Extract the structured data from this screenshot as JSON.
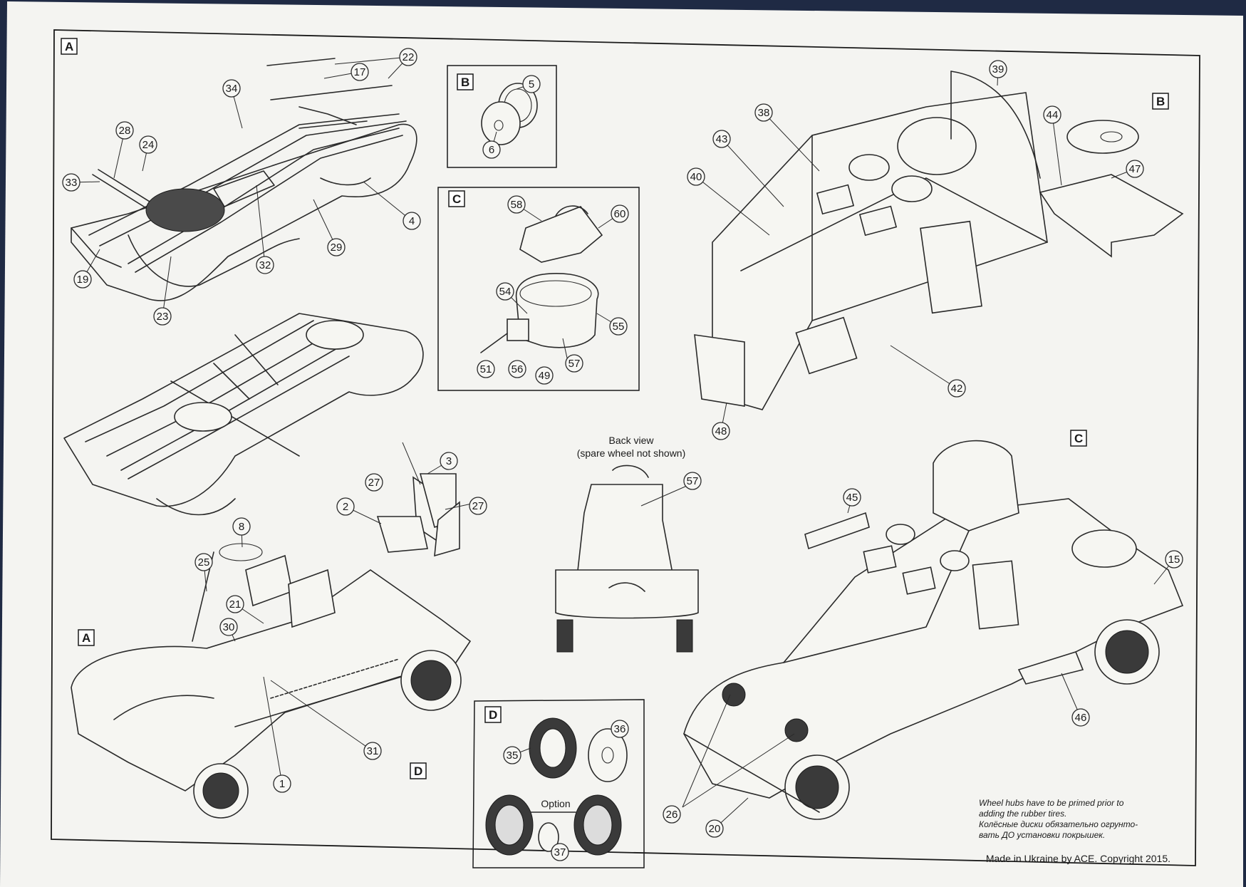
{
  "sections": {
    "A": "A",
    "B": "B",
    "C": "C",
    "D": "D"
  },
  "back_view": {
    "title": "Back view",
    "subtitle": "(spare wheel not shown)"
  },
  "wheel_option_label": "Option",
  "note": {
    "line1": "Wheel hubs have to be primed prior to",
    "line2": "adding the rubber tires.",
    "line3": "Колёсные диски обязательно огрунто-",
    "line4": "вать ДО установки покрышек."
  },
  "copyright": "Made in Ukraine by ACE. Copyright 2015.",
  "part_numbers": {
    "p1": "1",
    "p2": "2",
    "p3": "3",
    "p4": "4",
    "p5": "5",
    "p6": "6",
    "p8": "8",
    "p15": "15",
    "p17": "17",
    "p19": "19",
    "p20": "20",
    "p21": "21",
    "p22": "22",
    "p23": "23",
    "p24": "24",
    "p25": "25",
    "p26": "26",
    "p27a": "27",
    "p27b": "27",
    "p28": "28",
    "p29": "29",
    "p30": "30",
    "p31": "31",
    "p32": "32",
    "p33": "33",
    "p34": "34",
    "p35": "35",
    "p36": "36",
    "p37": "37",
    "p38": "38",
    "p39": "39",
    "p40": "40",
    "p42": "42",
    "p43": "43",
    "p44": "44",
    "p45": "45",
    "p46": "46",
    "p47": "47",
    "p48": "48",
    "p49": "49",
    "p51": "51",
    "p54": "54",
    "p55": "55",
    "p56": "56",
    "p57a": "57",
    "p57b": "57",
    "p58": "58",
    "p60": "60"
  },
  "colors": {
    "paper": "#f4f4f1",
    "ink": "#2a2a2a",
    "background": "#1f2a44"
  }
}
